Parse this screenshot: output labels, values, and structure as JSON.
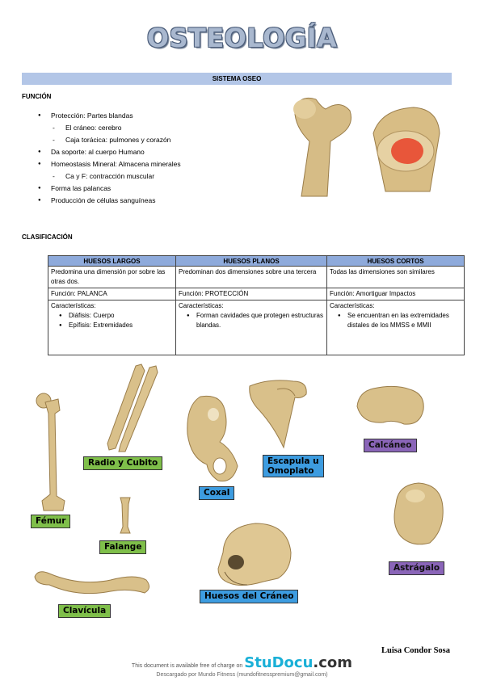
{
  "title": "OSTEOLOGÍA",
  "section_band": "SISTEMA OSEO",
  "funcion": {
    "heading": "FUNCIÓN",
    "items": [
      {
        "type": "b",
        "text": "Protección: Partes blandas"
      },
      {
        "type": "s",
        "text": "El cráneo: cerebro"
      },
      {
        "type": "s",
        "text": "Caja torácica: pulmones y corazón"
      },
      {
        "type": "b",
        "text": "Da soporte: al cuerpo Humano"
      },
      {
        "type": "b",
        "text": "Homeostasis Mineral: Almacena minerales"
      },
      {
        "type": "s",
        "text": "Ca y F: contracción muscular"
      },
      {
        "type": "b",
        "text": "Forma las palancas"
      },
      {
        "type": "b",
        "text": "Producción de células sanguíneas"
      }
    ]
  },
  "clasificacion": {
    "heading": "CLASIFICACIÓN",
    "columns": [
      "HUESOS LARGOS",
      "HUESOS PLANOS",
      "HUESOS CORTOS"
    ],
    "row1": [
      "Predomina una dimensión por sobre las otras dos.",
      "Predominan dos dimensiones sobre una tercera",
      "Todas las dimensiones son similares"
    ],
    "row2": [
      "Función: PALANCA",
      "Función: PROTECCIÓN",
      "Función: Amortiguar Impactos"
    ],
    "char_label": "Características:",
    "largos_bullets": [
      "Diáfisis: Cuerpo",
      "Epífisis: Extremidades"
    ],
    "planos_bullets": [
      "Forman cavidades que protegen estructuras blandas."
    ],
    "cortos_bullets": [
      "Se encuentran en las extremidades distales de los MMSS e MMII"
    ]
  },
  "labels": {
    "femur": "Fémur",
    "radio": "Radio y Cubito",
    "coxal": "Coxal",
    "escapula_1": "Escapula u",
    "escapula_2": "Omoplato",
    "calcaneo": "Calcáneo",
    "falange": "Falange",
    "clavicula": "Clavícula",
    "craneo": "Huesos del Cráneo",
    "astragalo": "Astrágalo"
  },
  "author": "Luisa Condor Sosa",
  "footer": {
    "available": "This document is available free of charge on",
    "brand_a": "StuDocu",
    "brand_b": ".com",
    "downloaded": "Descargado por Mundo Fitness (mundofitnesspremium@gmail.com)"
  },
  "colors": {
    "band": "#b3c6e7",
    "table_header": "#8eaadb",
    "label_green": "#7fbf4a",
    "label_blue": "#3d9ce0",
    "label_purple": "#8a65b8",
    "bone": "#d9c08a",
    "marrow": "#e8563a"
  }
}
